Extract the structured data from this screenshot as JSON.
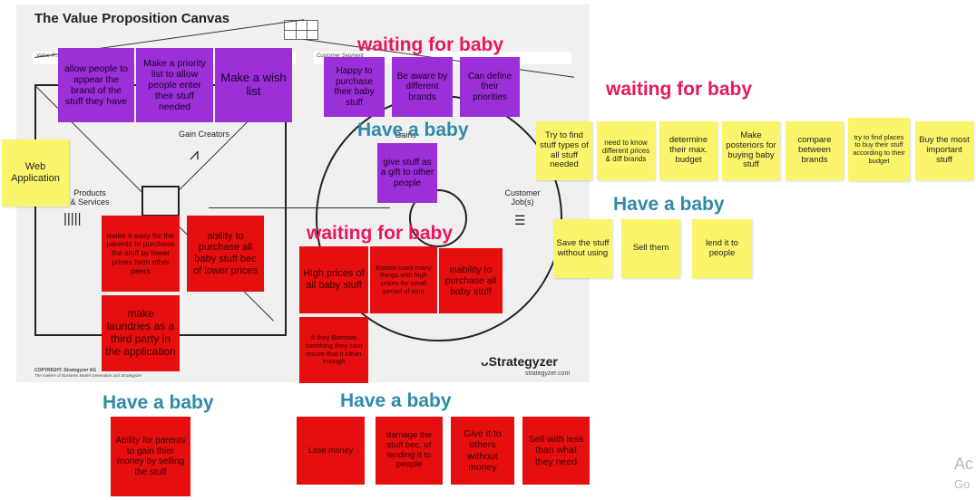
{
  "canvas": {
    "title": "The Value Proposition Canvas",
    "value_prop_label": "Value P...",
    "customer_segment_label": "Customer Segment",
    "gain_creators": "Gain Creators",
    "products_services": "Products\n& Services",
    "gains": "Gains",
    "customer_jobs": "Customer\nJob(s)",
    "copyright": "COPYRIGHT: Strategyzer AG",
    "copyright_sub": "The makers of Business Model Generation and Strategyzer",
    "brand": "Strategyzer",
    "brand_url": "strategyzer.com"
  },
  "headings": {
    "waiting_top": "waiting for baby",
    "waiting_right": "waiting for baby",
    "have_baby_center": "Have a baby",
    "have_baby_right": "Have a baby",
    "waiting_mid": "waiting for baby",
    "have_baby_bottom_left": "Have a baby",
    "have_baby_bottom_center": "Have a baby"
  },
  "notes": {
    "purple_1": "allow people to appear the brand of the stuff they have",
    "purple_2": "Make a priority list to allow people enter their stuff needed",
    "purple_3": "Make a wish list",
    "purple_4": "Happy to purchase their baby stuff",
    "purple_5": "Be aware by different brands",
    "purple_6": "Can define their priorities",
    "purple_7": "give stuff as a gift to other people",
    "yellow_web": "Web Application",
    "yellow_1": "Try to find stuff types of all stuff needed",
    "yellow_2": "need to know different prices & diff brands",
    "yellow_3": "determine their max. budget",
    "yellow_4": "Make posteriors for buying baby stuff",
    "yellow_5": "compare between brands",
    "yellow_6": "try to find places to buy their stuff according to their budget",
    "yellow_7": "Buy the most important stuff",
    "yellow_8": "Save the stuff without using",
    "yellow_9": "Sell them",
    "yellow_10": "lend it to people",
    "red_1": "make it easy for the parents to purchase the stuff by lower prices form other peers",
    "red_2": "ability to purchase all baby stuff bec of lower prices",
    "red_3": "make laundries as a third party in the application",
    "red_4": "High prices of all baby stuff",
    "red_5": "Babies used many things with high prices  for small period of time",
    "red_6": "inability to purchase all baby stuff",
    "red_7": "If they Borrows somthing  they cant insure that it clean enough",
    "red_8": "Ability for parents to gain thier money by selling the stuff",
    "red_9": "Lose money",
    "red_10": "damage the stuff bec. of lending it to people",
    "red_11": "Give it to others without money",
    "red_12": "Sell with less than what they need"
  },
  "watermark": {
    "line1": "Ac",
    "line2": "Go"
  },
  "colors": {
    "purple": "#9b2fd8",
    "yellow": "#faf56a",
    "red": "#e60f0f",
    "pink_heading": "#e8195a",
    "teal_heading": "#2e8ba8"
  }
}
